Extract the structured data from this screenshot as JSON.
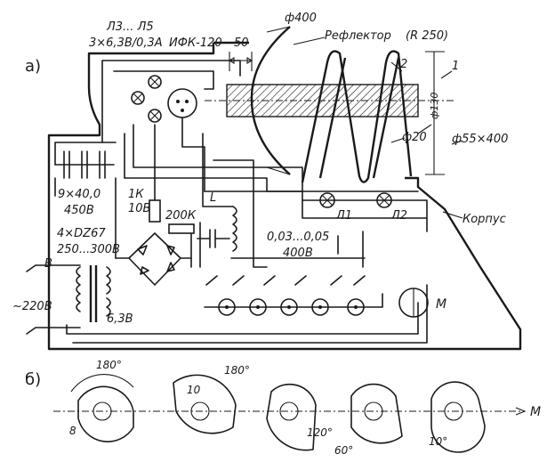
{
  "labels": {
    "part_a": "а)",
    "part_b": "б)",
    "lamps_ref": "Л3... Л5",
    "lamps_spec": "3×6,3В/0,3А",
    "ifk_lamp": "ИФК-120",
    "gap_50": "50",
    "dia_400": "ф400",
    "reflector": "Рефлектор",
    "radius": "(R 250)",
    "callout_1": "1",
    "callout_2": "2",
    "dia_130": "ф130",
    "dia_20": "ф20",
    "tube": "ф55×400",
    "caps": "9×40,0",
    "caps_v": "450В",
    "resistor_1k": "1К",
    "resistor_1k_v": "10В",
    "resistor_200k": "200К",
    "inductor_l": "L",
    "lamp_l1": "Л1",
    "lamp_l2": "Л2",
    "housing": "Корпус",
    "diodes": "4×DZ67",
    "diodes_v": "250...300В",
    "cap_value": "0,03...0,05",
    "cap_value_v": "400В",
    "terminal_b": "В",
    "mains": "~220В",
    "tap_63": "6,3В",
    "motor": "М",
    "cam_180a": "180°",
    "cam_8": "8",
    "cam_10": "10",
    "cam_180b": "180°",
    "cam_120": "120°",
    "cam_60": "60°",
    "cam_10deg": "10°",
    "axis_m": "М"
  }
}
